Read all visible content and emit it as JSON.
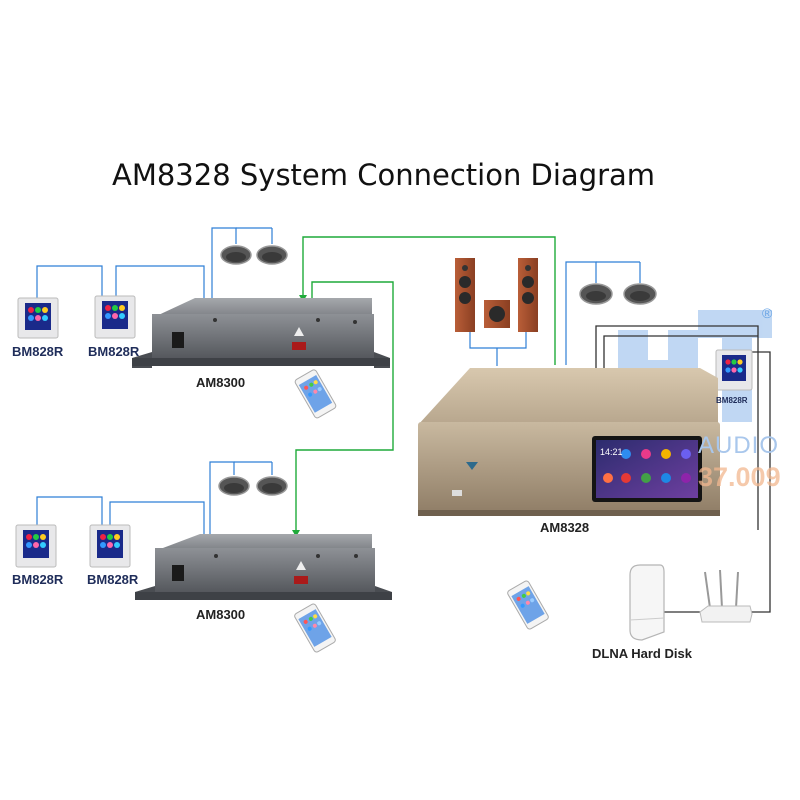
{
  "diagram": {
    "title": "AM8328 System Connection Diagram",
    "labels": {
      "panel_1": "BM828R",
      "panel_2": "BM828R",
      "panel_3": "BM828R",
      "panel_4": "BM828R",
      "panel_5": "BM828R",
      "amp_top": "AM8300",
      "amp_bottom": "AM8300",
      "main_unit": "AM8328",
      "hard_disk": "DLNA Hard Disk",
      "screen_time": "14:21"
    },
    "watermark": {
      "logo_text": "HT",
      "audio_text": "AUDIO",
      "number_text": "37.009",
      "registered": "®"
    },
    "colors": {
      "signal_line": "#2f7fd6",
      "green_line": "#1faa3a",
      "dark_line": "#333333",
      "label_text": "#1f2d5a",
      "watermark_blue": "#6aa5e6"
    }
  }
}
